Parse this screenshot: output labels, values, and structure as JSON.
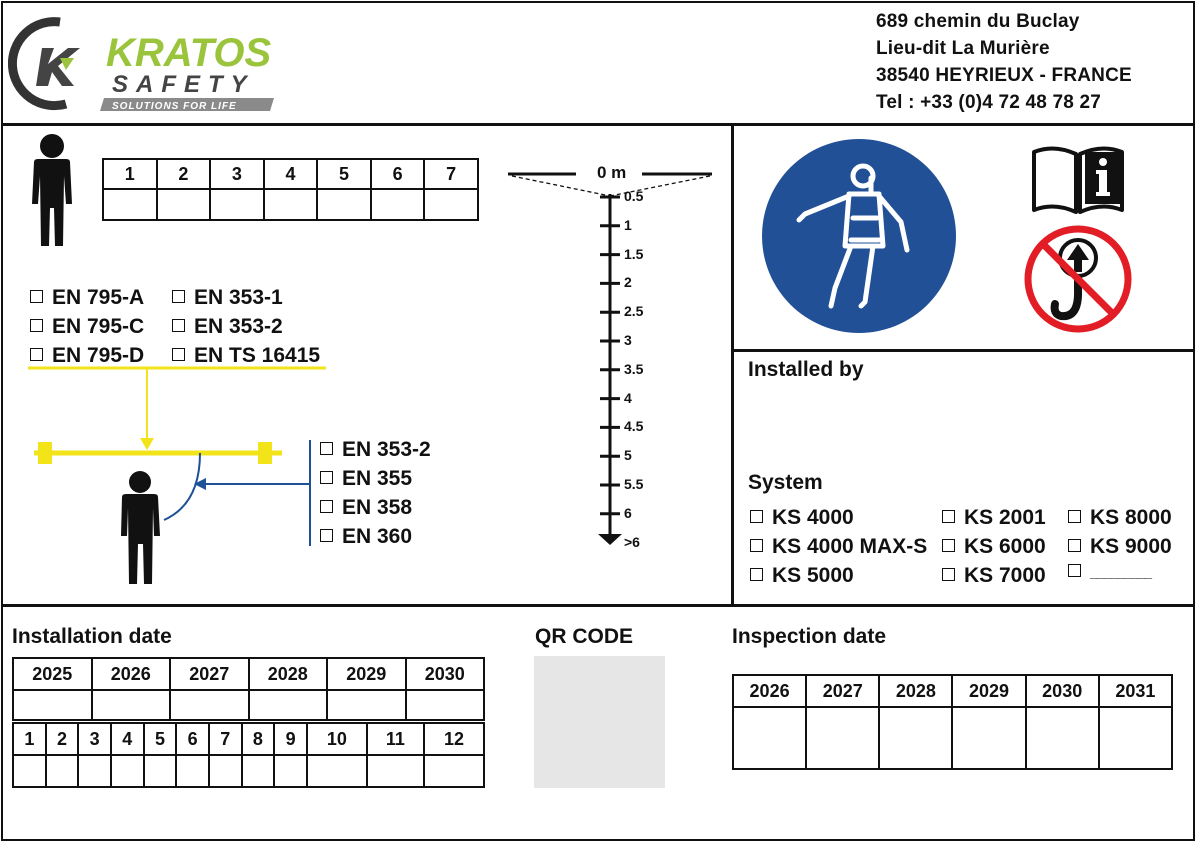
{
  "address": {
    "line1": "689 chemin du Buclay",
    "line2": "Lieu-dit La Murière",
    "line3": "38540 HEYRIEUX - FRANCE",
    "line4": "Tel : +33 (0)4 72 48 78 27"
  },
  "logo": {
    "name": "KRATOS",
    "name2": "SAFETY",
    "tagline": "SOLUTIONS FOR LIFE"
  },
  "users": [
    "1",
    "2",
    "3",
    "4",
    "5",
    "6",
    "7"
  ],
  "standards_left": [
    "EN 795-A",
    "EN 795-C",
    "EN 795-D"
  ],
  "standards_mid": [
    "EN 353-1",
    "EN 353-2",
    "EN TS 16415"
  ],
  "standards_lanyard": [
    "EN 353-2",
    "EN 355",
    "EN 358",
    "EN 360"
  ],
  "scale": {
    "top_label": "0 m",
    "ticks": [
      "0.5",
      "1",
      "1.5",
      "2",
      "2.5",
      "3",
      "3.5",
      "4",
      "4.5",
      "5",
      "5.5",
      "6",
      ">6"
    ]
  },
  "installed_by": {
    "label": "Installed by"
  },
  "system": {
    "label": "System",
    "options": [
      "KS 4000",
      "KS 2001",
      "KS 8000",
      "KS 4000 MAX-S",
      "KS 6000",
      "KS 9000",
      "KS 5000",
      "KS 7000",
      "_________"
    ]
  },
  "installation": {
    "label": "Installation date",
    "years": [
      "2025",
      "2026",
      "2027",
      "2028",
      "2029",
      "2030"
    ],
    "months": [
      "1",
      "2",
      "3",
      "4",
      "5",
      "6",
      "7",
      "8",
      "9",
      "10",
      "11",
      "12"
    ]
  },
  "qr": {
    "label": "QR CODE"
  },
  "inspection": {
    "label": "Inspection date",
    "years": [
      "2026",
      "2027",
      "2028",
      "2029",
      "2030",
      "2031"
    ]
  },
  "colors": {
    "yellow": "#f2e418",
    "blue": "#1f5295",
    "sign_blue": "#215096",
    "red": "#e21d25",
    "logo_green": "#9ac43c",
    "logo_gray": "#8a8a8a"
  },
  "icons": [
    "person-icon",
    "harness-mandatory-icon",
    "read-manual-icon",
    "no-lifting-hook-icon"
  ]
}
